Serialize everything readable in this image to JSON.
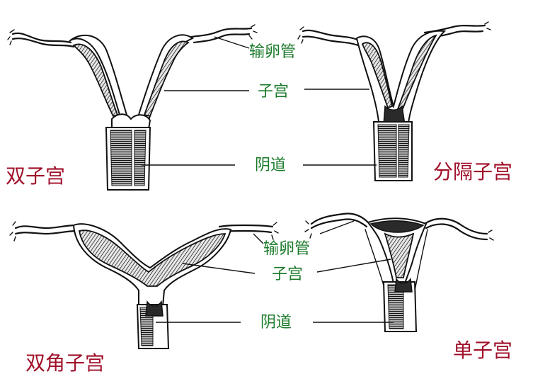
{
  "labels": {
    "fallopian_tube": "输卵管",
    "uterus": "子宫",
    "vagina": "阴道"
  },
  "titles": {
    "double_uterus": "双子宫",
    "septate_uterus": "分隔子宫",
    "bicornuate_uterus": "双角子宫",
    "single_uterus": "单子宫"
  },
  "colors": {
    "label_green": "#1a7a2a",
    "title_red": "#a0102a",
    "ink": "#111111"
  }
}
